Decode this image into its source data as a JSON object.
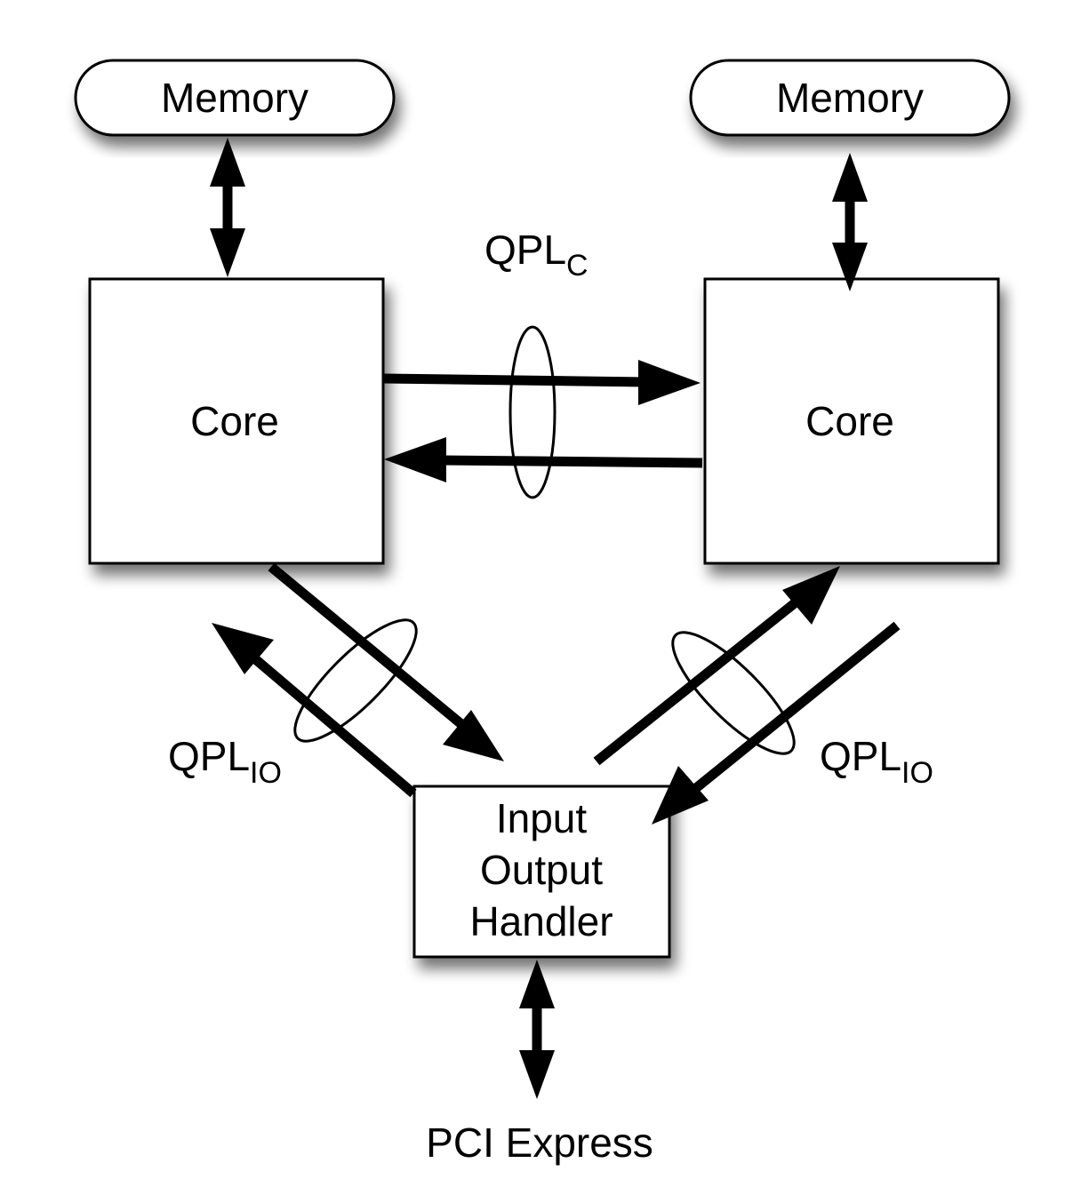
{
  "nodes": {
    "memory_left": "Memory",
    "memory_right": "Memory",
    "core_left": "Core",
    "core_right": "Core",
    "ioh_line1": "Input",
    "ioh_line2": "Output",
    "ioh_line3": "Handler",
    "pci": "PCI Express"
  },
  "labels": {
    "qpl_c": {
      "main": "QPL",
      "sub": "C"
    },
    "qpl_io_left": {
      "main": "QPL",
      "sub": "IO"
    },
    "qpl_io_right": {
      "main": "QPL",
      "sub": "IO"
    }
  }
}
